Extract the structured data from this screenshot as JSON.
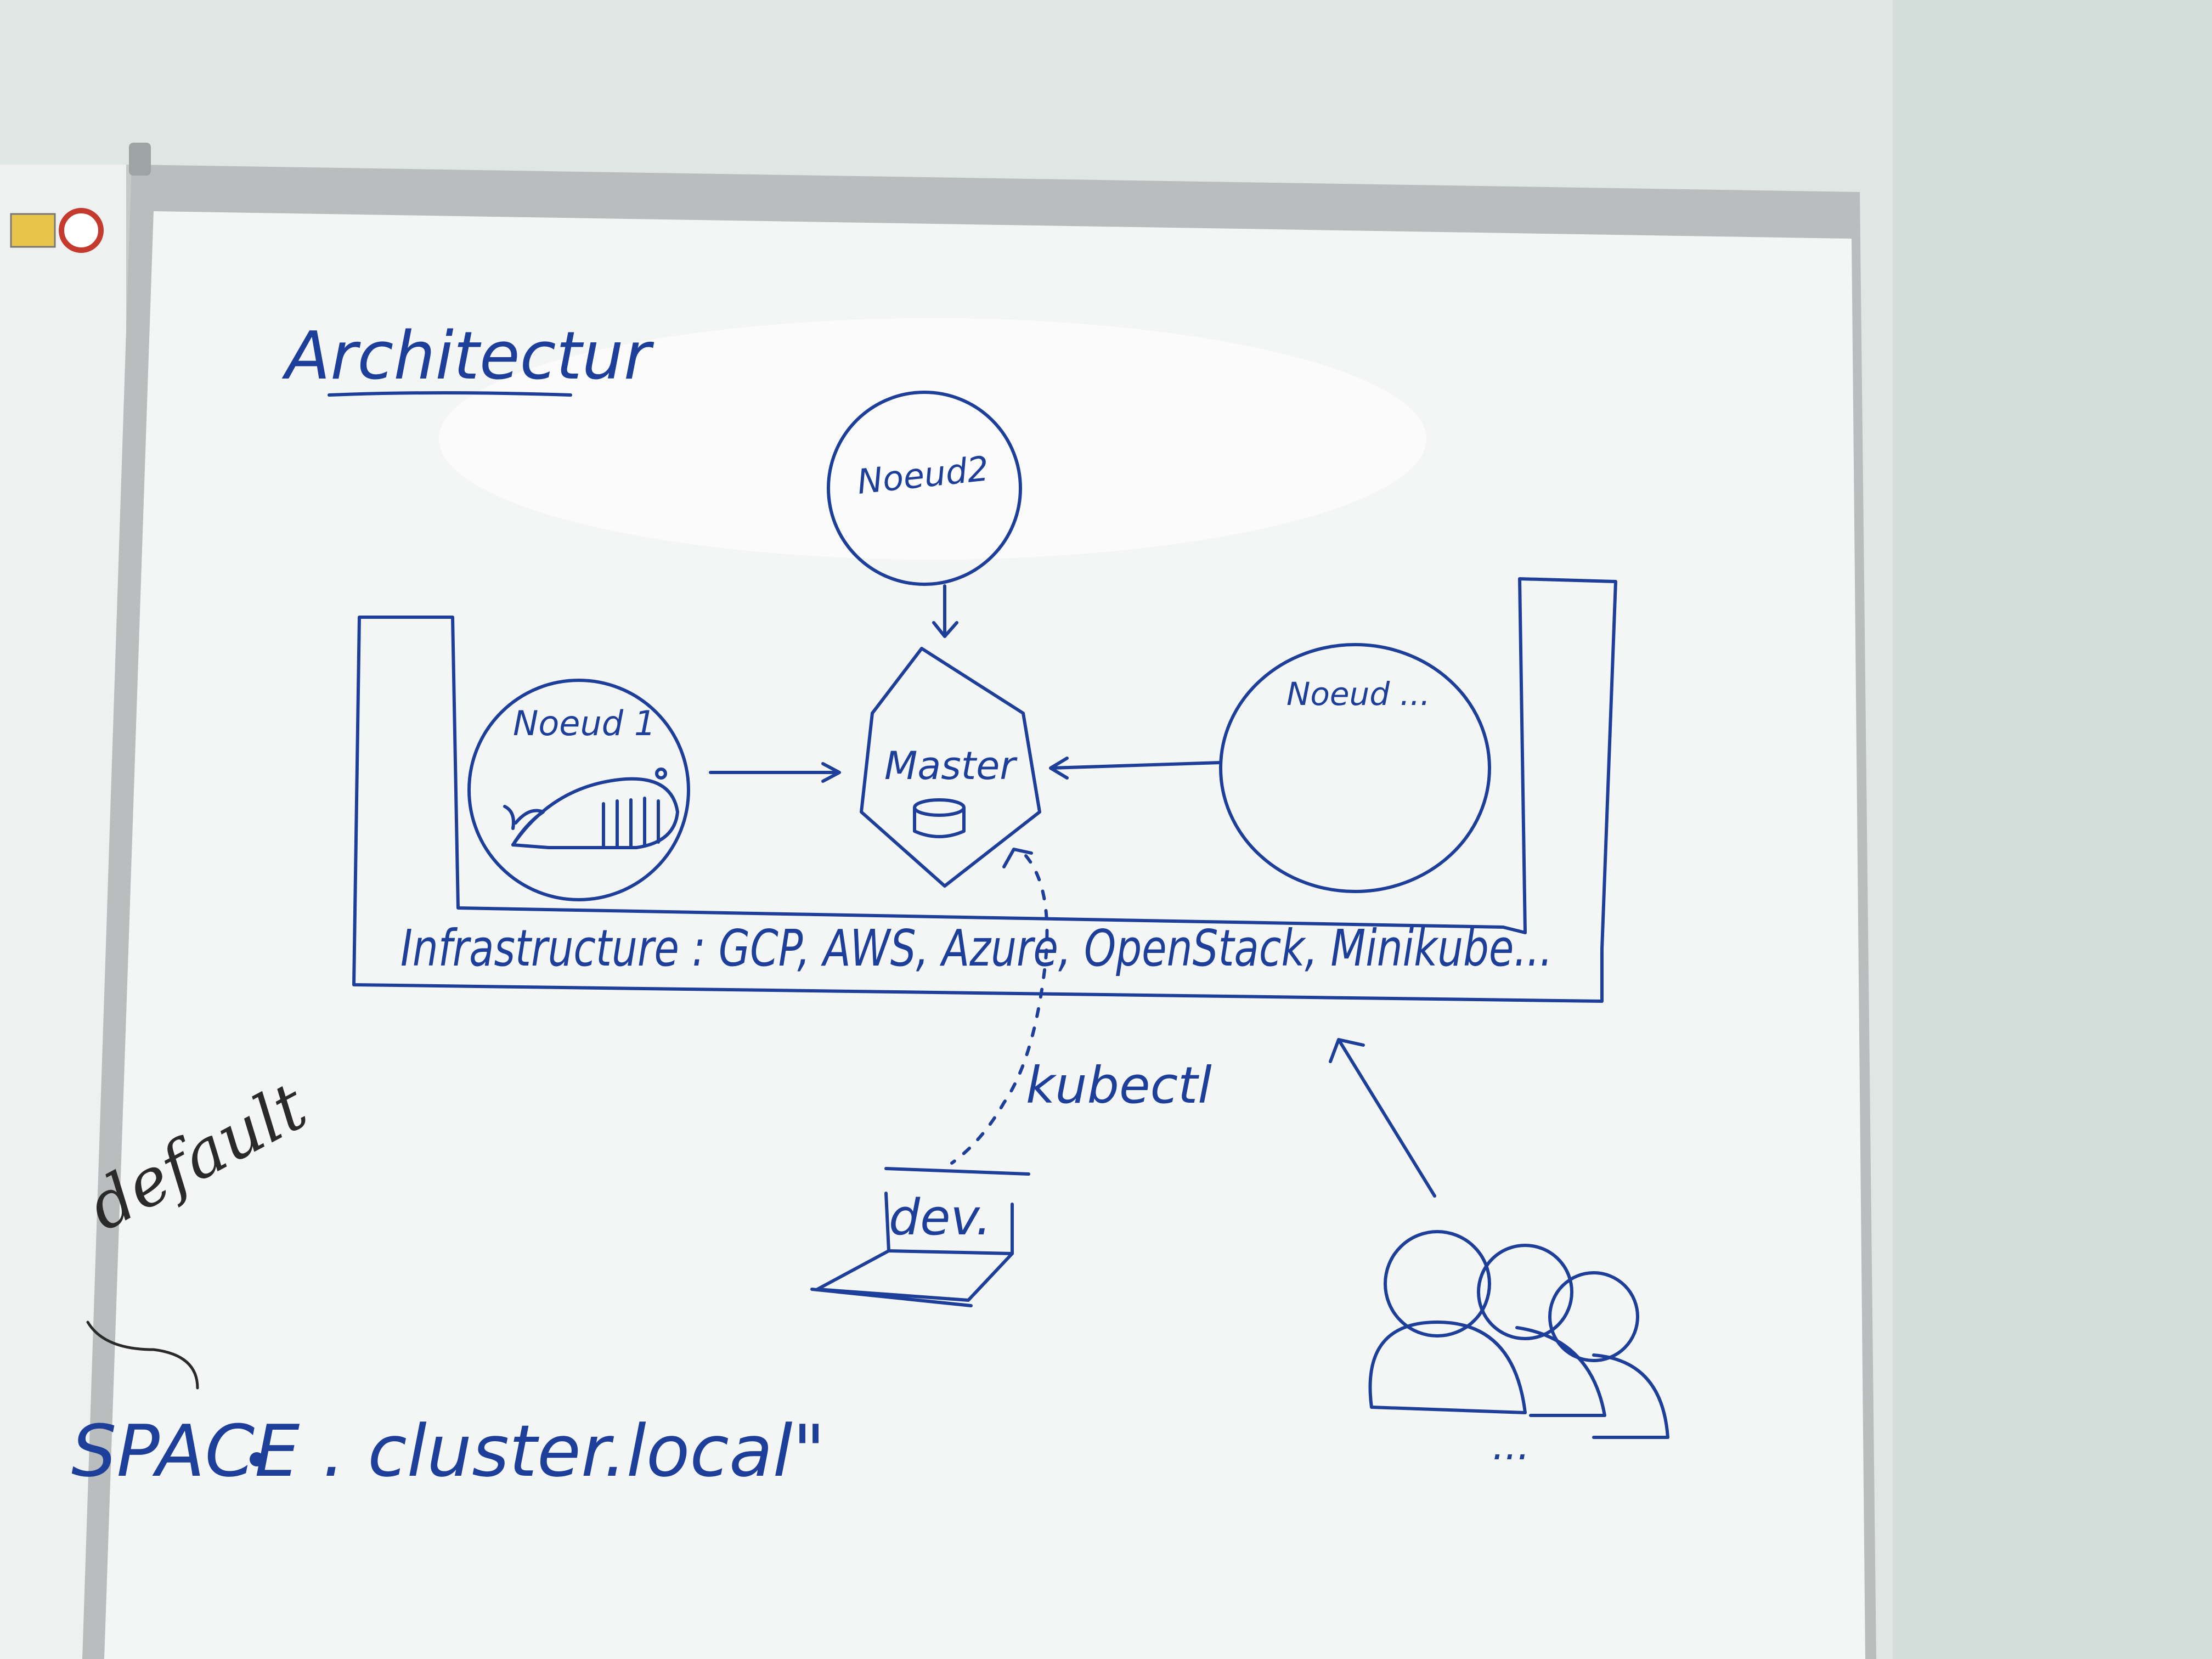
{
  "colors": {
    "wall": "#dfe6e3",
    "board": "#f4f6f5",
    "frame": "#b9bdbd",
    "marker_blue": "#1d3f9a",
    "marker_black": "#2a2a2a"
  },
  "whiteboard": {
    "title": "Architectur",
    "nodes": {
      "node2": "Noeud2",
      "node1": "Noeud 1",
      "node_more": "Noeud ...",
      "master": "Master"
    },
    "infrastructure_label": "Infrastructure : GCP, AWS, Azure, OpenStack, Minikube...",
    "kubectl_label": "kubectl",
    "dev_label": "dev.",
    "users_ellipsis": "...",
    "left_notes": {
      "default_word": "default",
      "dns_suffix": "SPACE . cluster.local\""
    }
  }
}
